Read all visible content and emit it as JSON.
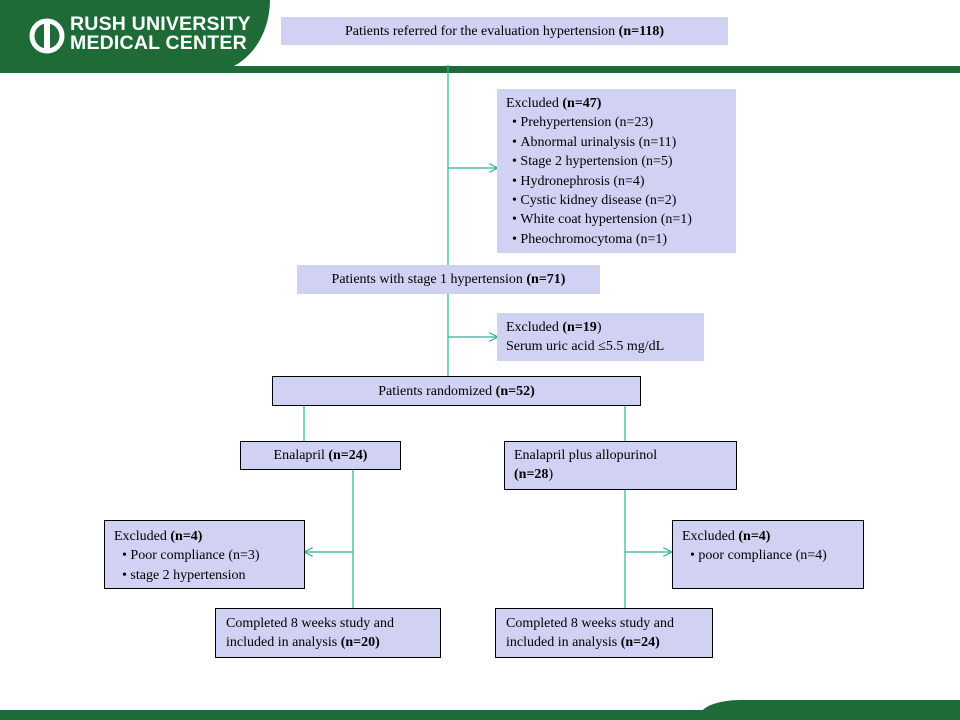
{
  "header": {
    "logo_line1": "RUSH UNIVERSITY",
    "logo_line2": "MEDICAL CENTER",
    "brand_color": "#1f6b38",
    "icon": "rush-logo-icon"
  },
  "flow": {
    "referred": {
      "text": "Patients  referred  for  the evaluation hypertension ",
      "n": "(n=118)"
    },
    "excluded1": {
      "title": "Excluded ",
      "n": "(n=47)",
      "items": [
        "Prehypertension (n=23)",
        "Abnormal urinalysis  (n=11)",
        "Stage 2 hypertension (n=5)",
        "Hydronephrosis (n=4)",
        "Cystic kidney disease (n=2)",
        "White coat hypertension (n=1)",
        "Pheochromocytoma (n=1)"
      ]
    },
    "stage1": {
      "text": "Patients with stage 1 hypertension ",
      "n": "(n=71)"
    },
    "excluded2": {
      "title": "Excluded ",
      "n": "(n=19",
      "close": ")",
      "detail": "Serum uric acid ≤5.5 mg/dL"
    },
    "randomized": {
      "text": "Patients randomized ",
      "n": "(n=52)"
    },
    "enalapril": {
      "text": "Enalapril  ",
      "n": "(n=24)"
    },
    "combo": {
      "line1": "Enalapril  plus  allopurinol",
      "n": "(n=28",
      "close": ")"
    },
    "excluded_left": {
      "title": "Excluded ",
      "n": "(n=4)",
      "items": [
        "Poor compliance  (n=3)",
        "stage 2 hypertension"
      ]
    },
    "excluded_right": {
      "title": "Excluded ",
      "n": "(n=4)",
      "items": [
        "poor compliance  (n=4)"
      ]
    },
    "completed_left": {
      "line1": "Completed 8 weeks study and",
      "line2": "included in analysis ",
      "n": "(n=20)"
    },
    "completed_right": {
      "line1": "Completed 8 weeks study and",
      "line2": "included in analysis ",
      "n": "(n=24)"
    }
  },
  "colors": {
    "box_fill": "#d1d1f3",
    "connector": "#2bb39b"
  }
}
